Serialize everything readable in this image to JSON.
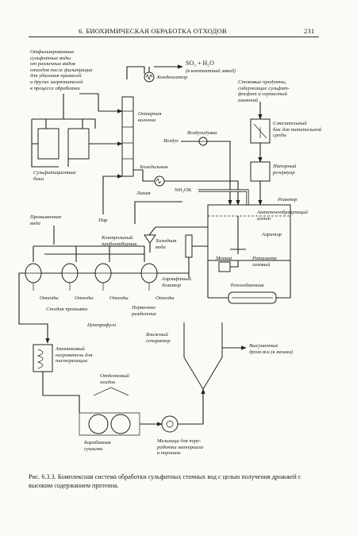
{
  "header": {
    "chapter": "6. БИОХИМИЧЕСКАЯ ОБРАБОТКА ОТХОДОВ",
    "page_number": "231"
  },
  "labels": {
    "filtered_waste": "Отфильтрованные\nсульфитные воды\nот различных видов\nотходов после фильтрации\nдля удаления примесей\nи других загрязнителей\nв процессе обработки",
    "condenser": "Конденсатор",
    "so2_out": "SO₂ + H₂O",
    "so2_note": "(в контактный завод)",
    "steam_stripping": "Отпарная\nколонна",
    "storage_tanks": "Сульфитационные\nбаки",
    "steam": "Пар",
    "cooler_top": "Холодильник",
    "blower": "Воздуходувка",
    "air": "Воздух",
    "nh3": "NH₃OK",
    "lime": "Линия",
    "solutions": "Стоковые продукты,\nсодержащие сульфит-\nфосфат и сернистый\nаммоний",
    "mixing_tank": "Смесительный\nбак для питательной\nсреды",
    "pressure_tank": "Напорный\nрезервуар",
    "reactor": "Реактор",
    "antifoam": "Антипенообразующий\nагент",
    "agitator": "Аэратор",
    "motor": "Мотор",
    "rotameter": "Ротаметр\nгазовый",
    "heat_exchanger": "Теплообменник",
    "rinse_water": "Промывочная\nвода",
    "cold_water": "Холодная\nвода",
    "control_valve": "Контрольный\nпробоотборник",
    "airlift": "Аэрлифтный\nдозатор",
    "wash_stage": "Стадия промывки",
    "stage1_sep": "Первичное\nразделение",
    "waste1": "Отходы",
    "waste2": "Отходы",
    "waste3": "Отходы",
    "waste4": "Отходы",
    "centrifuges": "Центрифуги",
    "jacketed_heater": "Змеевиковый\nнагреватель для\nпастеризации",
    "cyclone_label": "Влажный\nсепаратор",
    "dry_yeast": "Высушенные\nдрожжи (в мешки)",
    "drum_dryer": "Барабанная\nсушилка",
    "hammer_mill": "Мельница для пере-\nработки материала\nв порошок",
    "waste_tank": "Отделяемый\nосадок"
  },
  "caption": "Рис. 6.3.3. Комплексная система обработки сульфитных сточных вод с целью получения дрожжей с высоким содержанием протеина."
}
